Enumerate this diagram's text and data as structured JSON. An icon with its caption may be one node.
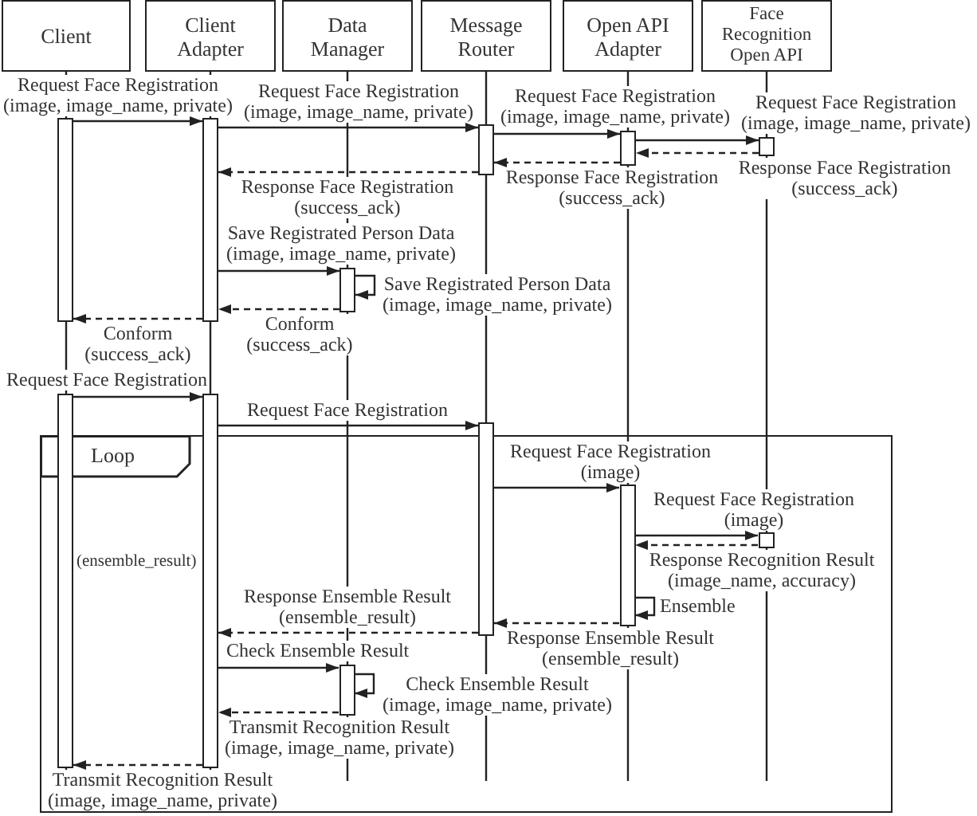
{
  "diagram": {
    "nodes": [
      {
        "text": [
          "Client"
        ]
      },
      {
        "text": [
          "Client Adapter"
        ]
      },
      {
        "text": [
          "Data Manager"
        ]
      },
      {
        "text": [
          "Message Router"
        ]
      },
      {
        "text": [
          "Open API Adapter"
        ]
      },
      {
        "text": [
          "Face Recognition Open API"
        ]
      },
      {
        "text": [],
        "shape": "bar"
      },
      {
        "text": [],
        "shape": "bar"
      },
      {
        "text": [],
        "shape": "bar"
      },
      {
        "text": [],
        "shape": "bar"
      },
      {
        "text": [],
        "shape": "bar"
      },
      {
        "text": [],
        "shape": "bar"
      },
      {
        "text": [],
        "shape": "bar"
      },
      {
        "text": [],
        "shape": "bar"
      },
      {
        "text": [],
        "shape": "bar"
      },
      {
        "text": [
          "Loop"
        ]
      },
      {
        "text": [],
        "shape": "bar",
        "in": 15
      },
      {
        "text": [],
        "shape": "bar",
        "in": 15
      },
      {
        "text": [],
        "shape": "bar",
        "in": 15
      }
    ],
    "edges": [
      {
        "from": 6,
        "to": 7,
        "arrow": "to",
        "label": "Request Face Registration (image, image_name, private)"
      },
      {
        "from": 7,
        "to": 8,
        "arrow": "to",
        "label": "Request Face Registration (image, image_name, private)"
      },
      {
        "from": 8,
        "to": 9,
        "arrow": "to",
        "label": "Request Face Registration (image, image_name, private)"
      },
      {
        "from": 9,
        "to": 10,
        "arrow": "to",
        "label": "Request Face Registration (image, image_name, private)"
      },
      {
        "from": 10,
        "to": 9,
        "arrow": "to",
        "label": "Response Face Registration (success_ack)",
        "style": "dashed"
      },
      {
        "from": 9,
        "to": 8,
        "arrow": "to",
        "label": "Response Face Registration (success_ack)",
        "style": "dashed"
      },
      {
        "from": 8,
        "to": 7,
        "arrow": "to",
        "label": "Response Face Registration (success_ack)",
        "style": "dashed"
      },
      {
        "from": 7,
        "to": 11,
        "arrow": "to",
        "label": "Save Registrated Person Data (image, image_name, private)"
      },
      {
        "from": 11,
        "to": 11,
        "arrow": "to",
        "label": "Save Registrated Person Data (image, image_name, private)"
      },
      {
        "from": 11,
        "to": 7,
        "arrow": "to",
        "label": "Conform (success_ack)",
        "style": "dashed"
      },
      {
        "from": 7,
        "to": 6,
        "arrow": "to",
        "label": "Conform (success_ack)",
        "style": "dashed"
      },
      {
        "from": 12,
        "to": 13,
        "arrow": "to",
        "label": "Request Face Registration"
      },
      {
        "from": 13,
        "to": 14,
        "arrow": "to",
        "label": "Request Face Registration"
      },
      {
        "from": 14,
        "to": 16,
        "arrow": "to",
        "label": "Request Face Registration (image)"
      },
      {
        "from": 16,
        "to": 17,
        "arrow": "to",
        "label": "Request Face Registration (image)"
      },
      {
        "from": 17,
        "to": 16,
        "arrow": "to",
        "label": "Response Recognition Result (image_name, accuracy)",
        "style": "dashed"
      },
      {
        "from": 16,
        "to": 16,
        "arrow": "to",
        "label": "Ensemble"
      },
      {
        "from": 16,
        "to": 14,
        "arrow": "to",
        "label": "Response Ensemble Result (ensemble_result)",
        "style": "dashed"
      },
      {
        "from": 14,
        "to": 13,
        "arrow": "to",
        "label": "Response Ensemble Result (ensemble_result)",
        "style": "dashed"
      },
      {
        "from": 13,
        "to": 18,
        "arrow": "to",
        "label": "Check Ensemble Result"
      },
      {
        "from": 18,
        "to": 18,
        "arrow": "to",
        "label": "Check Ensemble Result (image, image_name, private)"
      },
      {
        "from": 18,
        "to": 13,
        "arrow": "to",
        "label": "Transmit Recognition Result (image, image_name, private)",
        "style": "dashed"
      },
      {
        "from": 13,
        "to": 12,
        "arrow": "to",
        "label": "Transmit Recognition Result (image, image_name, private)",
        "style": "dashed"
      }
    ],
    "labels": [
      "(ensemble_result)"
    ]
  }
}
